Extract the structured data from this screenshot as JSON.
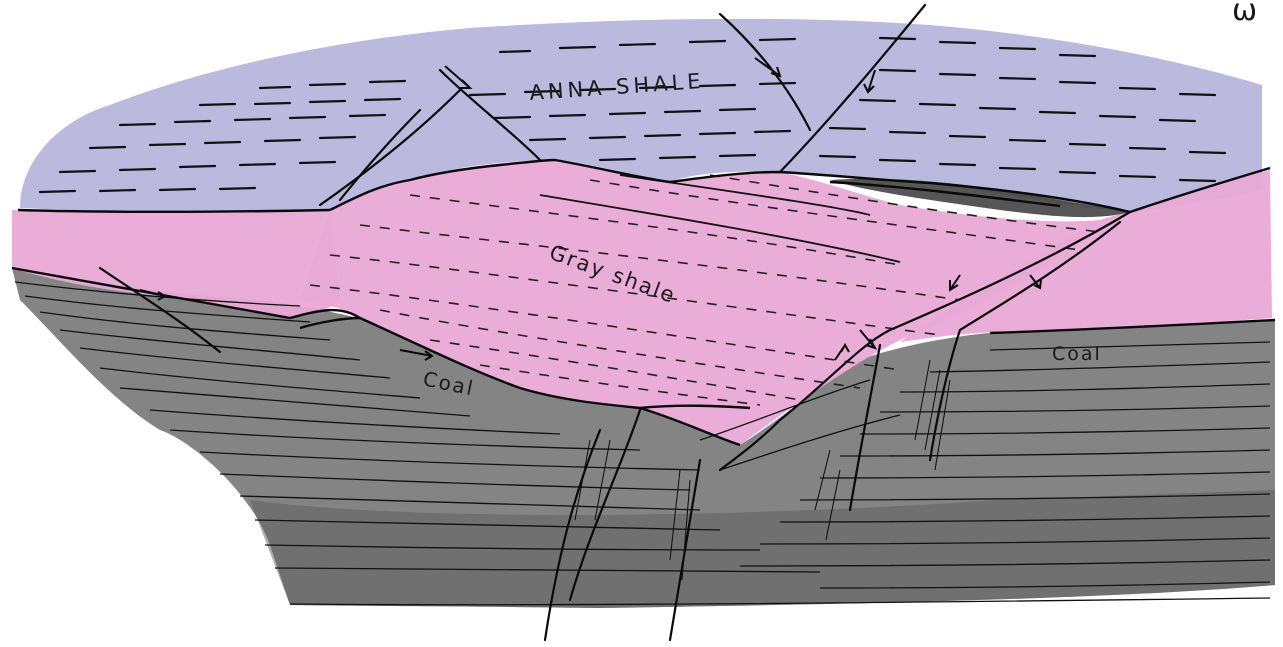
{
  "labels": {
    "anna_shale": "ANNA SHALE",
    "gray_shale": "Gray shale",
    "coal_left": "Coal",
    "coal_right": "Coal"
  },
  "page_mark": "ω",
  "colors": {
    "paper": "#ffffff",
    "anna_shale": "#b7b5dc",
    "gray_shale": "#e8a9d6",
    "coal": "#6f6f6f",
    "ink": "#111111"
  }
}
